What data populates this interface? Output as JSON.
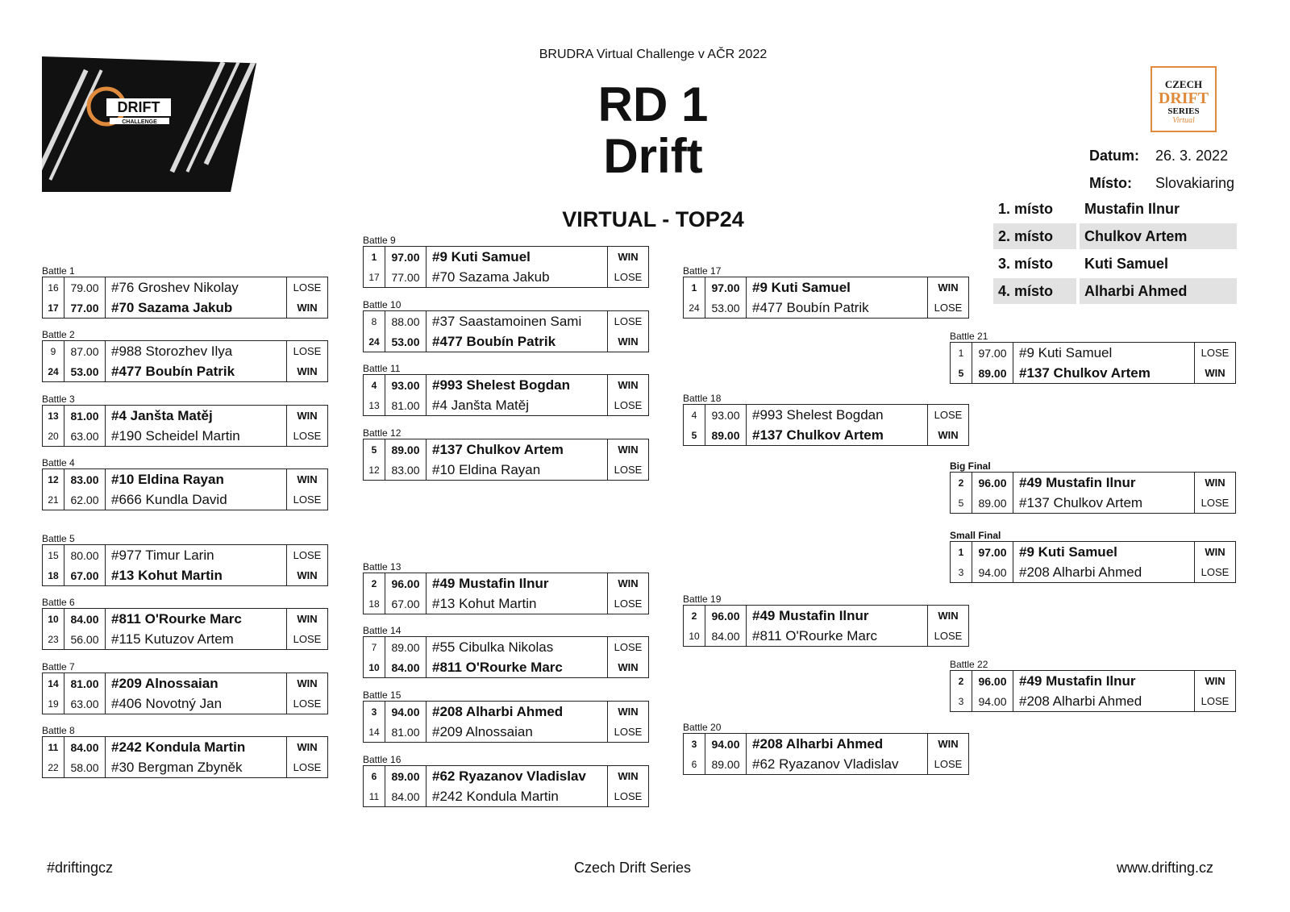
{
  "header": {
    "subtitle": "BRUDRA Virtual Challenge v AČR 2022",
    "title_line1": "RD 1",
    "title_line2": "Drift",
    "section": "VIRTUAL - TOP24"
  },
  "logos": {
    "left": "DRIFT CHALLENGE",
    "right": "CZECH DRIFT SERIES Virtual",
    "accent": "#e08a3c"
  },
  "info": {
    "date_label": "Datum:",
    "date": "26. 3. 2022",
    "place_label": "Místo:",
    "place": "Slovakiaring"
  },
  "podium": [
    {
      "place": "1. místo",
      "name": "Mustafin Ilnur"
    },
    {
      "place": "2. místo",
      "name": "Chulkov Artem"
    },
    {
      "place": "3. místo",
      "name": "Kuti Samuel"
    },
    {
      "place": "4. místo",
      "name": "Alharbi Ahmed"
    }
  ],
  "battles": [
    {
      "label": "Battle 1",
      "rows": [
        [
          "16",
          "79.00",
          "#76 Groshev Nikolay",
          "LOSE"
        ],
        [
          "17",
          "77.00",
          "#70 Sazama Jakub",
          "WIN"
        ]
      ]
    },
    {
      "label": "Battle 2",
      "rows": [
        [
          "9",
          "87.00",
          "#988 Storozhev Ilya",
          "LOSE"
        ],
        [
          "24",
          "53.00",
          "#477 Boubín Patrik",
          "WIN"
        ]
      ]
    },
    {
      "label": "Battle 3",
      "rows": [
        [
          "13",
          "81.00",
          "#4 Janšta Matěj",
          "WIN"
        ],
        [
          "20",
          "63.00",
          "#190 Scheidel Martin",
          "LOSE"
        ]
      ]
    },
    {
      "label": "Battle 4",
      "rows": [
        [
          "12",
          "83.00",
          "#10 Eldina Rayan",
          "WIN"
        ],
        [
          "21",
          "62.00",
          "#666 Kundla David",
          "LOSE"
        ]
      ]
    },
    {
      "label": "Battle 5",
      "rows": [
        [
          "15",
          "80.00",
          "#977 Timur Larin",
          "LOSE"
        ],
        [
          "18",
          "67.00",
          "#13 Kohut Martin",
          "WIN"
        ]
      ]
    },
    {
      "label": "Battle 6",
      "rows": [
        [
          "10",
          "84.00",
          "#811 O'Rourke Marc",
          "WIN"
        ],
        [
          "23",
          "56.00",
          "#115 Kutuzov Artem",
          "LOSE"
        ]
      ]
    },
    {
      "label": "Battle 7",
      "rows": [
        [
          "14",
          "81.00",
          "#209 Alnossaian",
          "WIN"
        ],
        [
          "19",
          "63.00",
          "#406 Novotný Jan",
          "LOSE"
        ]
      ]
    },
    {
      "label": "Battle 8",
      "rows": [
        [
          "11",
          "84.00",
          "#242 Kondula Martin",
          "WIN"
        ],
        [
          "22",
          "58.00",
          "#30 Bergman Zbyněk",
          "LOSE"
        ]
      ]
    },
    {
      "label": "Battle 9",
      "rows": [
        [
          "1",
          "97.00",
          "#9 Kuti Samuel",
          "WIN"
        ],
        [
          "17",
          "77.00",
          "#70 Sazama Jakub",
          "LOSE"
        ]
      ]
    },
    {
      "label": "Battle 10",
      "rows": [
        [
          "8",
          "88.00",
          "#37 Saastamoinen Sami",
          "LOSE"
        ],
        [
          "24",
          "53.00",
          "#477 Boubín Patrik",
          "WIN"
        ]
      ]
    },
    {
      "label": "Battle 11",
      "rows": [
        [
          "4",
          "93.00",
          "#993 Shelest Bogdan",
          "WIN"
        ],
        [
          "13",
          "81.00",
          "#4 Janšta Matěj",
          "LOSE"
        ]
      ]
    },
    {
      "label": "Battle 12",
      "rows": [
        [
          "5",
          "89.00",
          "#137 Chulkov Artem",
          "WIN"
        ],
        [
          "12",
          "83.00",
          "#10 Eldina Rayan",
          "LOSE"
        ]
      ]
    },
    {
      "label": "Battle 13",
      "rows": [
        [
          "2",
          "96.00",
          "#49 Mustafin Ilnur",
          "WIN"
        ],
        [
          "18",
          "67.00",
          "#13 Kohut Martin",
          "LOSE"
        ]
      ]
    },
    {
      "label": "Battle 14",
      "rows": [
        [
          "7",
          "89.00",
          "#55 Cibulka Nikolas",
          "LOSE"
        ],
        [
          "10",
          "84.00",
          "#811 O'Rourke Marc",
          "WIN"
        ]
      ]
    },
    {
      "label": "Battle 15",
      "rows": [
        [
          "3",
          "94.00",
          "#208 Alharbi Ahmed",
          "WIN"
        ],
        [
          "14",
          "81.00",
          "#209 Alnossaian",
          "LOSE"
        ]
      ]
    },
    {
      "label": "Battle 16",
      "rows": [
        [
          "6",
          "89.00",
          "#62 Ryazanov Vladislav",
          "WIN"
        ],
        [
          "11",
          "84.00",
          "#242 Kondula Martin",
          "LOSE"
        ]
      ]
    },
    {
      "label": "Battle 17",
      "rows": [
        [
          "1",
          "97.00",
          "#9 Kuti Samuel",
          "WIN"
        ],
        [
          "24",
          "53.00",
          "#477 Boubín Patrik",
          "LOSE"
        ]
      ]
    },
    {
      "label": "Battle 18",
      "rows": [
        [
          "4",
          "93.00",
          "#993 Shelest Bogdan",
          "LOSE"
        ],
        [
          "5",
          "89.00",
          "#137 Chulkov Artem",
          "WIN"
        ]
      ]
    },
    {
      "label": "Battle 19",
      "rows": [
        [
          "2",
          "96.00",
          "#49 Mustafin Ilnur",
          "WIN"
        ],
        [
          "10",
          "84.00",
          "#811 O'Rourke Marc",
          "LOSE"
        ]
      ]
    },
    {
      "label": "Battle 20",
      "rows": [
        [
          "3",
          "94.00",
          "#208 Alharbi Ahmed",
          "WIN"
        ],
        [
          "6",
          "89.00",
          "#62 Ryazanov Vladislav",
          "LOSE"
        ]
      ]
    },
    {
      "label": "Battle 21",
      "rows": [
        [
          "1",
          "97.00",
          "#9 Kuti Samuel",
          "LOSE"
        ],
        [
          "5",
          "89.00",
          "#137 Chulkov Artem",
          "WIN"
        ]
      ]
    },
    {
      "label": "Big Final",
      "rows": [
        [
          "2",
          "96.00",
          "#49 Mustafin Ilnur",
          "WIN"
        ],
        [
          "5",
          "89.00",
          "#137 Chulkov Artem",
          "LOSE"
        ]
      ]
    },
    {
      "label": "Small Final",
      "rows": [
        [
          "1",
          "97.00",
          "#9 Kuti Samuel",
          "WIN"
        ],
        [
          "3",
          "94.00",
          "#208 Alharbi Ahmed",
          "LOSE"
        ]
      ]
    },
    {
      "label": "Battle 22",
      "rows": [
        [
          "2",
          "96.00",
          "#49 Mustafin Ilnur",
          "WIN"
        ],
        [
          "3",
          "94.00",
          "#208 Alharbi Ahmed",
          "LOSE"
        ]
      ]
    }
  ],
  "footer": {
    "left": "#driftingcz",
    "center": "Czech Drift Series",
    "right": "www.drifting.cz"
  }
}
